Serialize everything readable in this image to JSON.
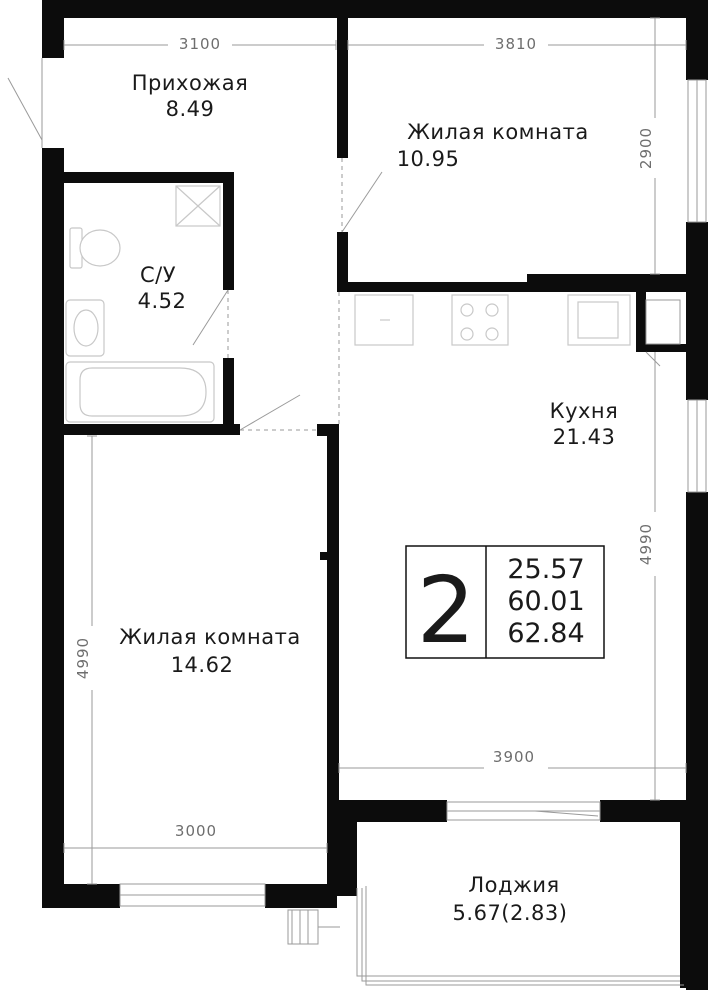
{
  "rooms": {
    "hallway": {
      "name": "Прихожая",
      "area": "8.49"
    },
    "living_top": {
      "name": "Жилая комната",
      "area": "10.95"
    },
    "bathroom": {
      "name": "С/У",
      "area": "4.52"
    },
    "kitchen": {
      "name": "Кухня",
      "area": "21.43"
    },
    "living_left": {
      "name": "Жилая комната",
      "area": "14.62"
    },
    "loggia": {
      "name": "Лоджия",
      "area": "5.67(2.83)"
    }
  },
  "dimensions": {
    "hall_width": "3100",
    "top_room_width": "3810",
    "top_room_height": "2900",
    "kitchen_height": "4990",
    "kitchen_width": "3900",
    "left_room_height": "4990",
    "left_room_width": "3000"
  },
  "badge": {
    "rooms_count": "2",
    "living_area": "25.57",
    "total_area": "60.01",
    "total_with_loggia": "62.84"
  },
  "colors": {
    "wall": "#0c0c0c",
    "dimension": "#9a9a9a",
    "fixture": "#c8c8c8"
  }
}
